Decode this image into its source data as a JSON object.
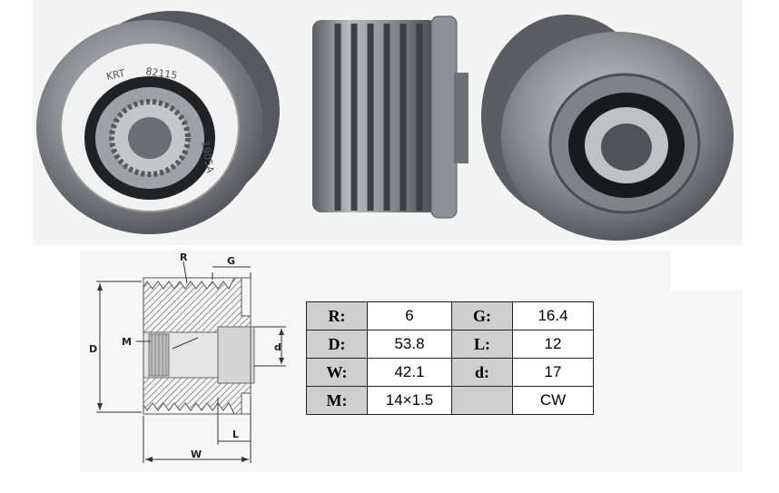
{
  "product": {
    "engraving_brand": "KRT",
    "engraving_part": "82115",
    "engraving_code": "1905A"
  },
  "diagram": {
    "labels": {
      "R": "R",
      "G": "G",
      "D": "D",
      "M": "M",
      "d": "d",
      "W": "W",
      "L": "L"
    }
  },
  "spec_table": {
    "rows": [
      {
        "label1": "R:",
        "value1": "6",
        "label2": "G:",
        "value2": "16.4"
      },
      {
        "label1": "D:",
        "value1": "53.8",
        "label2": "L:",
        "value2": "12"
      },
      {
        "label1": "W:",
        "value1": "42.1",
        "label2": "d:",
        "value2": "17"
      },
      {
        "label1": "M:",
        "value1": "14×1.5",
        "label2": "",
        "value2": "CW"
      }
    ]
  },
  "colors": {
    "table_label_bg": "#cfcfcf",
    "metal": "#8a8d92",
    "hatch": "#9a9a9a"
  }
}
